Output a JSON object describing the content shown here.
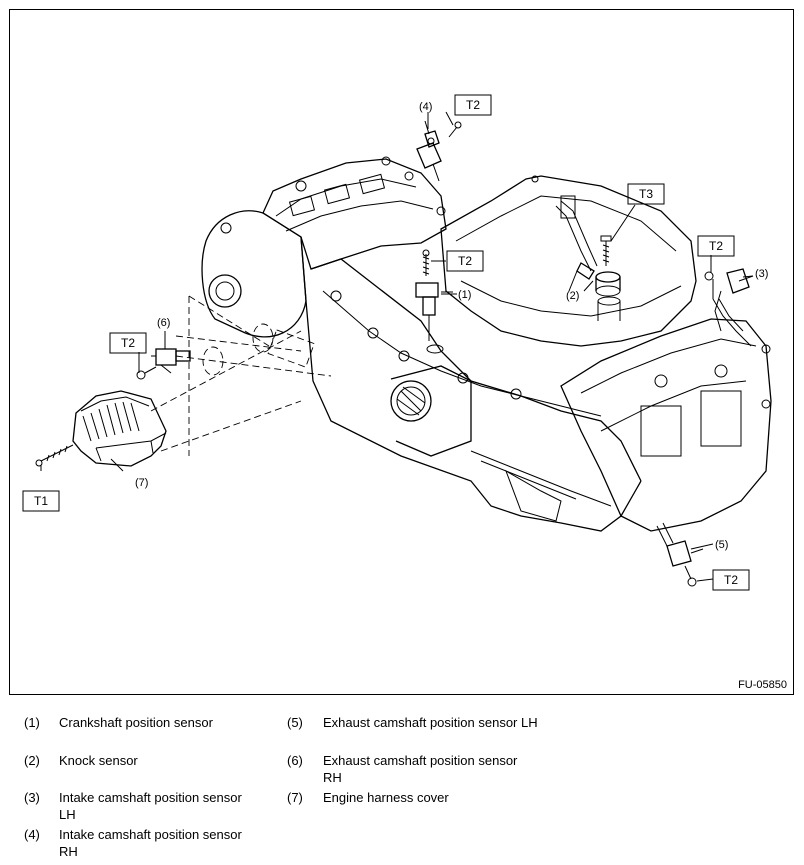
{
  "figure": {
    "code": "FU-05850",
    "torque_labels": {
      "t2_cam_lh": "T2",
      "t2_crank": "T2",
      "t3_knock": "T3",
      "t2_intake_lh": "T2",
      "t2_exhaust_rh": "T2",
      "t1_cover": "T1",
      "t2_exhaust_lh": "T2"
    },
    "callouts": {
      "c1": "(1)",
      "c2": "(2)",
      "c3": "(3)",
      "c4": "(4)",
      "c5": "(5)",
      "c6": "(6)",
      "c7": "(7)"
    }
  },
  "legend": [
    {
      "num": "(1)",
      "text": "Crankshaft position sensor"
    },
    {
      "num": "(2)",
      "text": "Knock sensor"
    },
    {
      "num": "(3)",
      "text": "Intake camshaft position sensor LH"
    },
    {
      "num": "(4)",
      "text": "Intake camshaft position sensor RH"
    },
    {
      "num": "(5)",
      "text": "Exhaust camshaft position sensor LH"
    },
    {
      "num": "(6)",
      "text": "Exhaust camshaft position sensor RH"
    },
    {
      "num": "(7)",
      "text": "Engine harness cover"
    }
  ]
}
